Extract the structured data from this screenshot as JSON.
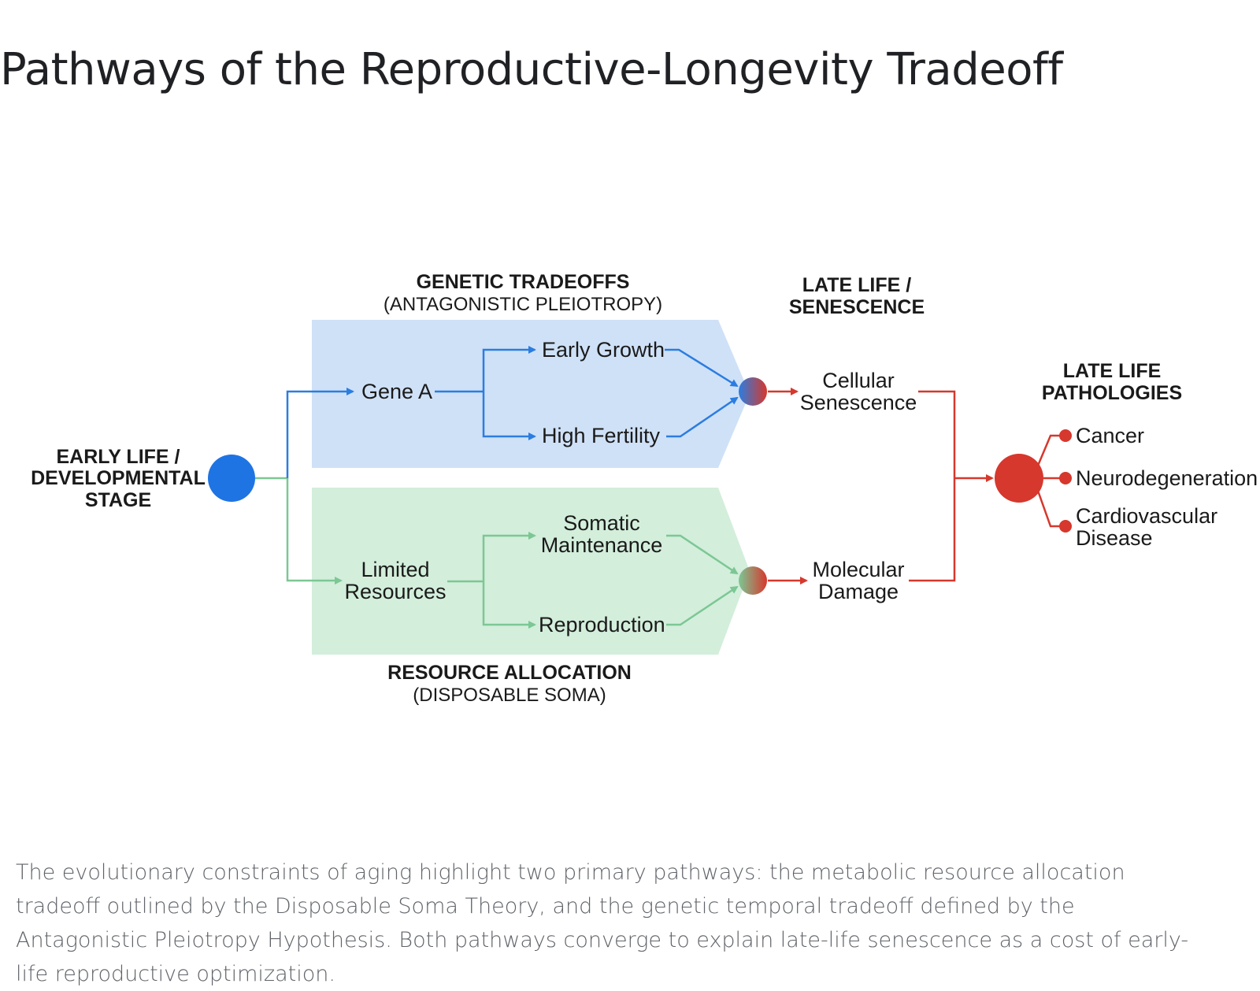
{
  "title": "Pathways of the Reproductive-Longevity Tradeoff",
  "diagram": {
    "early_stage": [
      "EARLY LIFE /",
      "DEVELOPMENTAL",
      "STAGE"
    ],
    "genetic": {
      "heading": "GENETIC TRADEOFFS",
      "subheading": "(ANTAGONISTIC PLEIOTROPY)",
      "source": "Gene A",
      "outcome_1": "Early Growth",
      "outcome_2": "High Fertility"
    },
    "resource": {
      "heading": "RESOURCE ALLOCATION",
      "subheading": "(DISPOSABLE SOMA)",
      "source": [
        "Limited",
        "Resources"
      ],
      "outcome_1": [
        "Somatic",
        "Maintenance"
      ],
      "outcome_2": "Reproduction"
    },
    "senescence": {
      "heading": [
        "LATE LIFE /",
        "SENESCENCE"
      ],
      "cellular": [
        "Cellular",
        "Senescence"
      ],
      "molecular": [
        "Molecular",
        "Damage"
      ]
    },
    "pathologies": {
      "heading": [
        "LATE LIFE",
        "PATHOLOGIES"
      ],
      "items": [
        "Cancer",
        "Neurodegeneration",
        [
          "Cardiovascular",
          "Disease"
        ]
      ]
    }
  },
  "colors": {
    "blue": "#2b7de0",
    "green": "#7cc794",
    "red": "#d6382d",
    "blue_panel": "#cfe1f7",
    "green_panel": "#d3eedb"
  },
  "caption": "The evolutionary constraints of aging highlight two primary pathways: the metabolic resource allocation tradeoff outlined by the Disposable Soma Theory, and the genetic temporal tradeoff defined by the Antagonistic Pleiotropy Hypothesis. Both pathways converge to explain late-life senescence as a cost of early-life reproductive optimization."
}
